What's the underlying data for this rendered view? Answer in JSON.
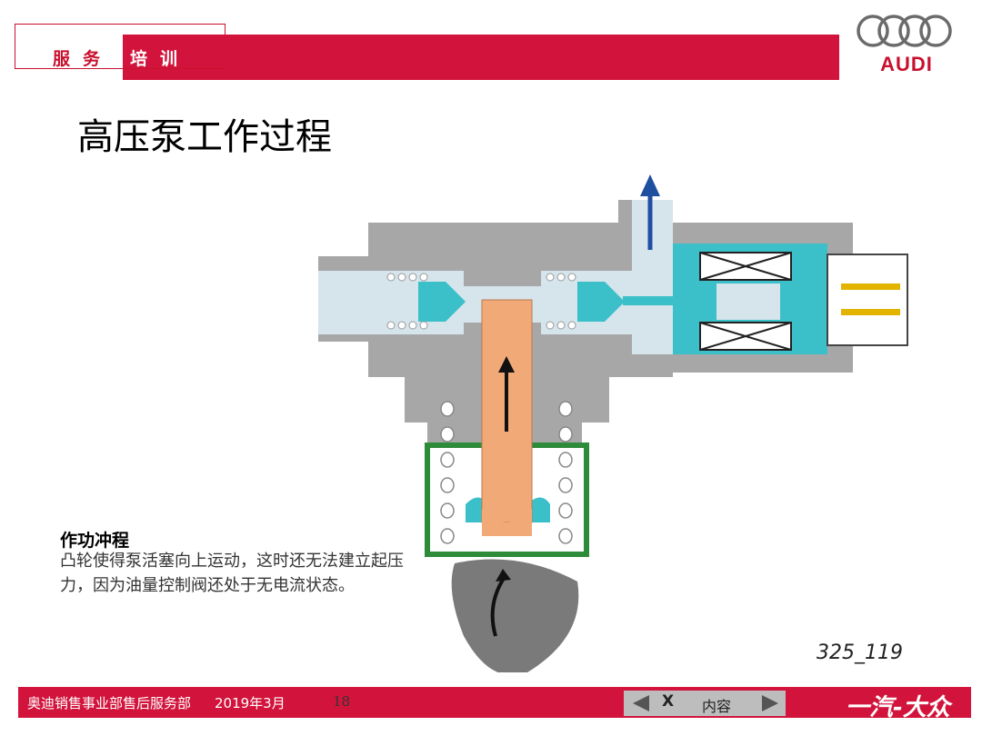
{
  "header": {
    "tag_left": "服务",
    "tag_right": "培训",
    "brand": "AUDI"
  },
  "title": "高压泵工作过程",
  "caption": {
    "title": "作功冲程",
    "body": "凸轮使得泵活塞向上运动，这时还无法建立起压力，因为油量控制阀还处于无电流状态。"
  },
  "figure_code": "325_119",
  "footer": {
    "department": "奥迪销售事业部售后服务部",
    "date": "2019年3月",
    "page": "18",
    "nav_close": "X",
    "nav_label": "内容",
    "brand": "一汽-大众"
  },
  "colors": {
    "brand_red": "#d2143c",
    "piston": "#f2a978",
    "fuel": "#3bbfc9",
    "housing": "#a7a7a7"
  }
}
